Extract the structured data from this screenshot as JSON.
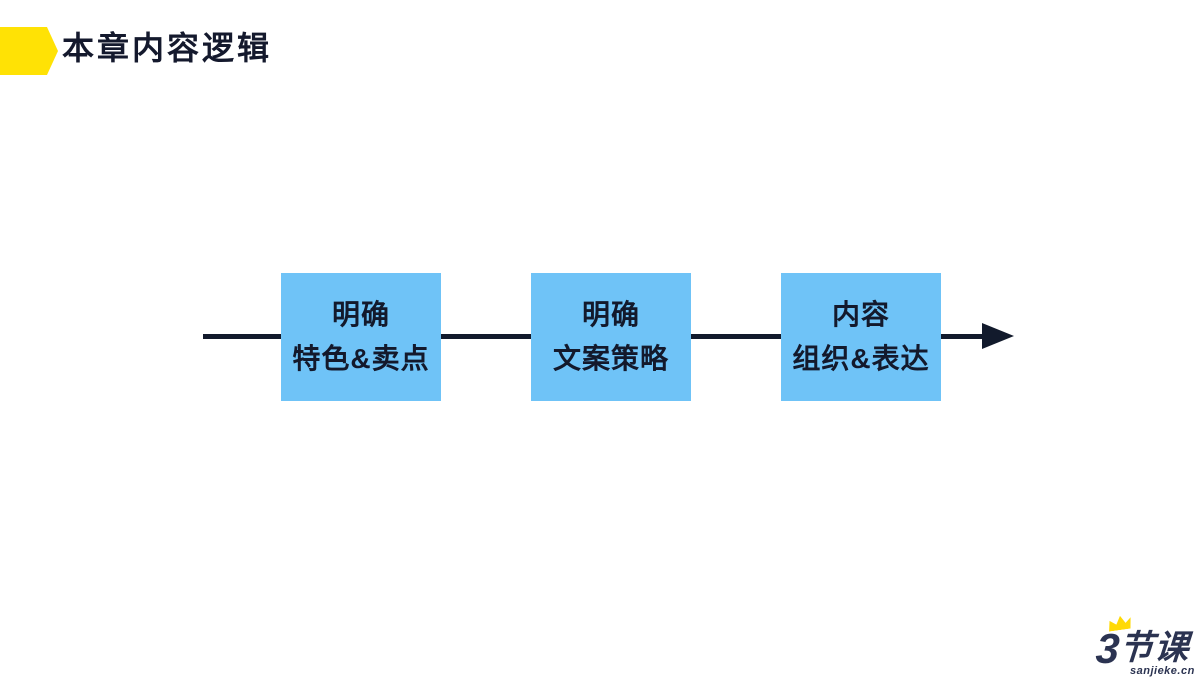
{
  "slide": {
    "title": "本章内容逻辑",
    "colors": {
      "accent_yellow": "#FFE205",
      "box_blue": "#6FC3F7",
      "dark_navy": "#13192C",
      "logo_navy": "#2B3351",
      "crown_yellow": "#FFD905"
    }
  },
  "flow": {
    "steps": [
      {
        "line1": "明确",
        "line2": "特色&卖点"
      },
      {
        "line1": "明确",
        "line2": "文案策略"
      },
      {
        "line1": "内容",
        "line2": "组织&表达"
      }
    ]
  },
  "logo": {
    "brand_number": "3",
    "brand_chars": "节课",
    "domain": "sanjieke.cn"
  }
}
